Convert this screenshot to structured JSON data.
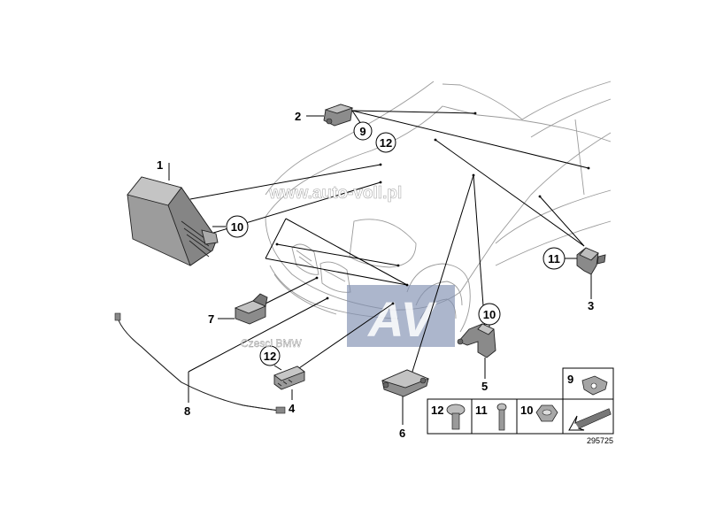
{
  "diagram": {
    "watermark_url": "www.auto-voll.pl",
    "watermark_brand": "Czesci BMW",
    "logo_text": "AV",
    "diagram_number": "295725",
    "callouts": [
      {
        "id": "1",
        "label": "1"
      },
      {
        "id": "2",
        "label": "2"
      },
      {
        "id": "3",
        "label": "3"
      },
      {
        "id": "4",
        "label": "4"
      },
      {
        "id": "5",
        "label": "5"
      },
      {
        "id": "6",
        "label": "6"
      },
      {
        "id": "7",
        "label": "7"
      },
      {
        "id": "8",
        "label": "8"
      }
    ],
    "circled_callouts": [
      {
        "id": "9",
        "label": "9"
      },
      {
        "id": "10",
        "label": "10"
      },
      {
        "id": "11",
        "label": "11"
      },
      {
        "id": "12",
        "label": "12"
      }
    ],
    "hardware_table": [
      {
        "label": "12"
      },
      {
        "label": "11"
      },
      {
        "label": "10"
      },
      {
        "label": "9"
      }
    ]
  },
  "colors": {
    "line": "#000000",
    "car_outline": "#9a9a9a",
    "part_fill": "#b5b5b5",
    "watermark": "#ffffff",
    "logo_bg": "#7f8fb0"
  }
}
